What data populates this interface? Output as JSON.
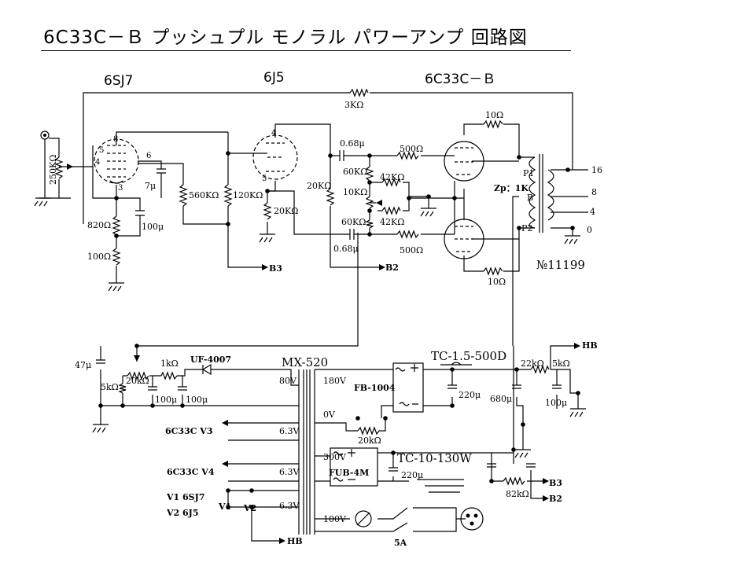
{
  "title": "6C33C－Ｂ プッシュプル モノラル パワーアンプ 回路図",
  "tubes": {
    "v1": "6SJ7",
    "v2": "6J5",
    "v3": "6C33C－Ｂ"
  },
  "pins": {
    "p8": "8",
    "p5": "5",
    "p4": "4",
    "p6": "6",
    "p3": "3",
    "q4": "4",
    "q5": "5"
  },
  "labels": {
    "r_vol": "250KΩ",
    "r_fb": "3KΩ",
    "c_7": "7μ",
    "r_560": "560KΩ",
    "r_120": "120KΩ",
    "r_820": "820Ω",
    "c_100": "100μ",
    "r_100": "100Ω",
    "r_20k_a": "20KΩ",
    "r_20k_b": "20KΩ",
    "c_068_top": "0.68μ",
    "c_068_bot": "0.68μ",
    "r_60_top": "60KΩ",
    "r_60_bot": "60KΩ",
    "r_10k": "10KΩ",
    "r_42_top": "42KΩ",
    "r_42_bot": "42KΩ",
    "r_500_top": "500Ω",
    "r_500_bot": "500Ω",
    "r_10_top": "10Ω",
    "r_10_bot": "10Ω",
    "zp": "Zp：1K",
    "p1": "P1",
    "b": "B",
    "p2": "P2",
    "t16": "16",
    "t8": "8",
    "t4": "4",
    "t0": "0",
    "otx": "№11199",
    "b3": "B3",
    "b2": "B2",
    "c_47": "47μ",
    "r_5k": "5kΩ",
    "r_20k_c": "20kΩ",
    "r_1k": "1kΩ",
    "diode": "UF-4007",
    "c_100a": "100μ",
    "c_100b": "100μ",
    "ptx": "MX-520",
    "v80": "80V",
    "v180": "180V",
    "v0": "0V",
    "fb": "FB-1004",
    "choke1": "TC-1.5-500D",
    "c_220a": "220μ",
    "c_680": "680μ",
    "r_22k": "22kΩ",
    "r_5k2": "5kΩ",
    "c_100c": "100μ",
    "hb_top": "HB",
    "heat_v3": "6C33C V3",
    "v63_a": "6.3V",
    "r_20k_d": "20kΩ",
    "v300": "300V",
    "fub": "FUB-4M",
    "c_220b": "220μ",
    "choke2": "TC-10-130W",
    "b3_out": "B3",
    "r_82k": "82kΩ",
    "b2_out": "B2",
    "heat_v4": "6C33C V4",
    "v63_b": "6.3V",
    "heat_v1": "V1 6SJ7",
    "heat_v2": "V2 6J5",
    "v1": "V1",
    "v2": "V2",
    "v63_c": "6.3V",
    "v100": "100V",
    "fuse": "5A",
    "hb_bot": "HB"
  }
}
